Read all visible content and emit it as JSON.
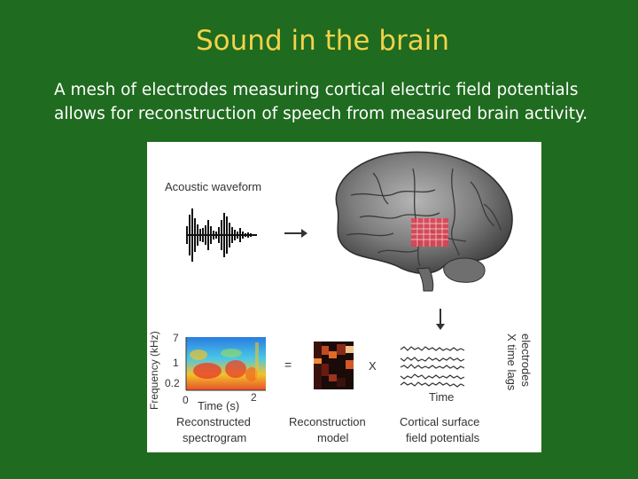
{
  "slide": {
    "title": "Sound in the brain",
    "body": "A mesh of electrodes measuring cortical electric field potentials allows for reconstruction of speech from measured brain activity."
  },
  "figure": {
    "acoustic_label": "Acoustic waveform",
    "spectrogram": {
      "ylabel": "Frequency (kHz)",
      "y_ticks": [
        "7",
        "1",
        "0.2"
      ],
      "x_ticks": [
        "0",
        "2"
      ],
      "xlabel": "Time (s)",
      "caption_line1": "Reconstructed",
      "caption_line2": "spectrogram"
    },
    "equals_sign": "=",
    "times_sign": "X",
    "model": {
      "caption_line1": "Reconstruction",
      "caption_line2": "model"
    },
    "potentials": {
      "xlabel": "Time",
      "caption_line1": "Cortical surface",
      "caption_line2": "field potentials"
    },
    "electrodes_label": "electrodes",
    "time_lags_label": "X time lags"
  },
  "colors": {
    "background": "#1f6b1f",
    "title": "#f2d24a",
    "body_text": "#ffffff",
    "electrode_grid": "#e04050"
  }
}
